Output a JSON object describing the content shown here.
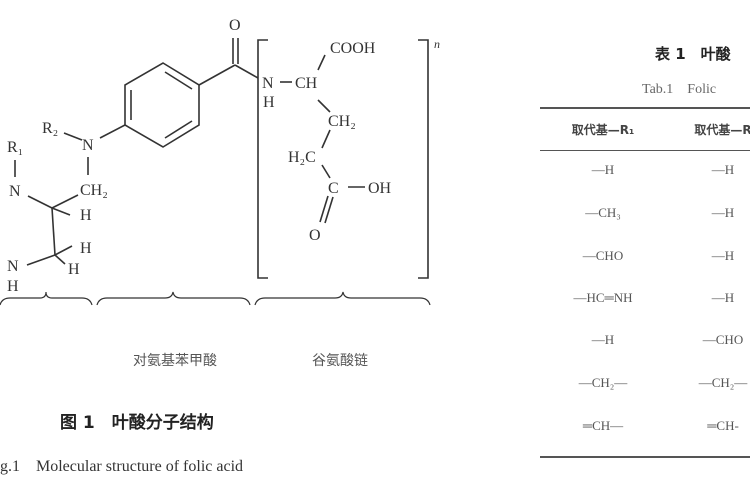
{
  "figure": {
    "atoms": {
      "o_top": "O",
      "n_amide": "N",
      "h_amide": "H",
      "ch_alpha": "CH",
      "cooh": "COOH",
      "ch2_beta": "CH₂",
      "h2c_gamma": "H₂C",
      "c_acid": "C",
      "oh": "OH",
      "o_acid": "O",
      "repeat_n": "n",
      "r2": "R₂",
      "n_r2": "N",
      "r1": "R₁",
      "n_r1": "N",
      "ch2_bridge": "CH₂",
      "h1": "H",
      "h2": "H",
      "h3": "H",
      "nh_n": "N",
      "nh_h": "H"
    },
    "segment_labels": [
      "对氨基苯甲酸",
      "谷氨酸链"
    ],
    "caption_cn": "图 1　叶酸分子结构",
    "caption_en": "g.1　Molecular structure of folic acid"
  },
  "table": {
    "title_cn": "表 1　叶酸",
    "title_en": "Tab.1　Folic",
    "headers": [
      "取代基—R₁",
      "取代基—R"
    ],
    "rows": [
      [
        "—H",
        "—H"
      ],
      [
        "—CH₃",
        "—H"
      ],
      [
        "—CHO",
        "—H"
      ],
      [
        "—HC═NH",
        "—H"
      ],
      [
        "—H",
        "—CHO"
      ],
      [
        "—CH₂—",
        "—CH₂—"
      ],
      [
        "═CH—",
        "═CH-"
      ]
    ]
  }
}
